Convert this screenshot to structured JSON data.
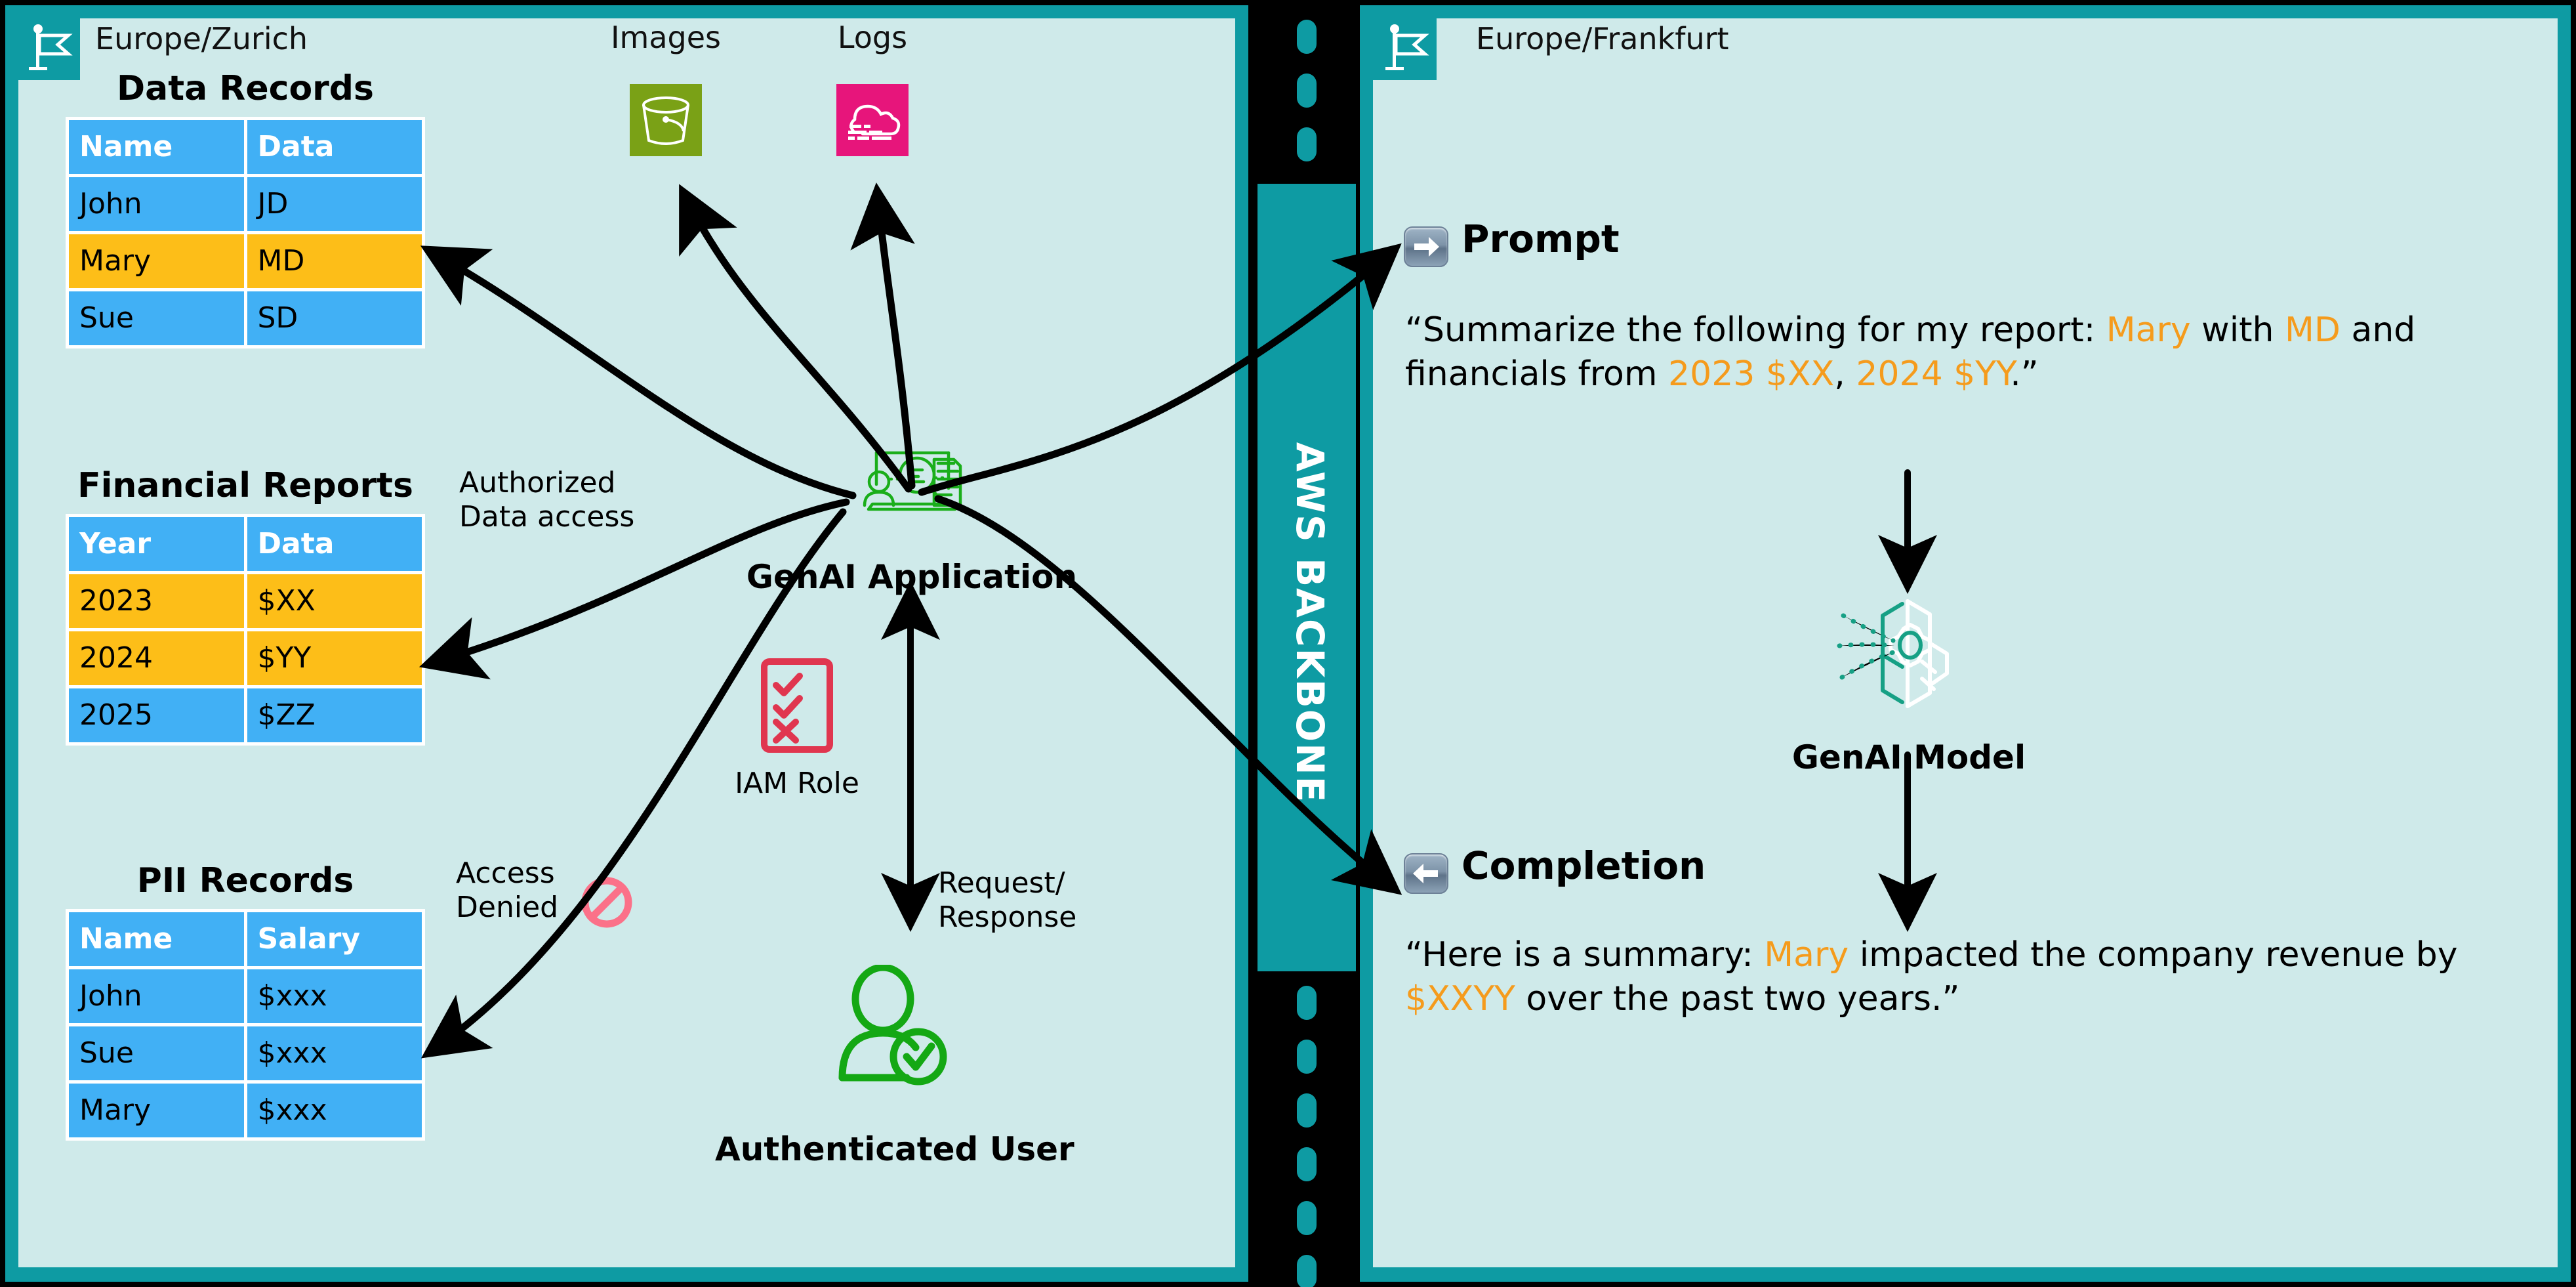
{
  "left_region": {
    "name": "Europe/Zurich",
    "flag_icon": "flag-icon"
  },
  "right_region": {
    "name": "Europe/Frankfurt",
    "flag_icon": "flag-icon"
  },
  "backbone": {
    "label": "AWS BACKBONE",
    "color": "#0e9ba3"
  },
  "tables": [
    {
      "title": "Data Records",
      "headers": [
        "Name",
        "Data"
      ],
      "rows": [
        {
          "cells": [
            "John",
            "JD"
          ],
          "highlight": false
        },
        {
          "cells": [
            "Mary",
            "MD"
          ],
          "highlight": true
        },
        {
          "cells": [
            "Sue",
            "SD"
          ],
          "highlight": false
        }
      ]
    },
    {
      "title": "Financial Reports",
      "headers": [
        "Year",
        "Data"
      ],
      "rows": [
        {
          "cells": [
            "2023",
            "$XX"
          ],
          "highlight": true
        },
        {
          "cells": [
            "2024",
            "$YY"
          ],
          "highlight": true
        },
        {
          "cells": [
            "2025",
            "$ZZ"
          ],
          "highlight": false
        }
      ]
    },
    {
      "title": "PII Records",
      "headers": [
        "Name",
        "Salary"
      ],
      "rows": [
        {
          "cells": [
            "John",
            "$xxx"
          ],
          "highlight": false
        },
        {
          "cells": [
            "Sue",
            "$xxx"
          ],
          "highlight": false
        },
        {
          "cells": [
            "Mary",
            "$xxx"
          ],
          "highlight": false
        }
      ]
    }
  ],
  "services": {
    "images": {
      "label": "Images",
      "icon": "s3-bucket-icon",
      "color": "#7aa116"
    },
    "logs": {
      "label": "Logs",
      "icon": "cloudwatch-logs-cloud-icon",
      "color": "#e7157b"
    },
    "genai_app": {
      "label": "GenAI Application",
      "icon": "genai-application-icon",
      "color": "#1aae1a"
    },
    "iam_role": {
      "label": "IAM Role",
      "icon": "iam-role-checklist-icon",
      "color": "#e0364f"
    },
    "user": {
      "label": "Authenticated User",
      "icon": "authenticated-user-icon",
      "color": "#14a814"
    },
    "genai_model": {
      "label": "GenAI Model",
      "icon": "genai-model-brain-icon",
      "color": "#16a085"
    }
  },
  "annotations": {
    "authorized": "Authorized\nData access",
    "denied": "Access\nDenied",
    "denied_icon": "no-entry-icon",
    "request_response": "Request/\nResponse"
  },
  "prompt": {
    "badge_icon": "arrow-right-badge-icon",
    "title": "Prompt",
    "text_parts": [
      {
        "t": "“Summarize the following for my report: ",
        "hl": false
      },
      {
        "t": "Mary",
        "hl": true
      },
      {
        "t": " with ",
        "hl": false
      },
      {
        "t": "MD",
        "hl": true
      },
      {
        "t": " and financials from ",
        "hl": false
      },
      {
        "t": "2023 $XX",
        "hl": true
      },
      {
        "t": ", ",
        "hl": false
      },
      {
        "t": "2024 $YY",
        "hl": true
      },
      {
        "t": ".”",
        "hl": false
      }
    ]
  },
  "completion": {
    "badge_icon": "arrow-left-badge-icon",
    "title": "Completion",
    "text_parts": [
      {
        "t": "“Here is a summary: ",
        "hl": false
      },
      {
        "t": "Mary",
        "hl": true
      },
      {
        "t": " impacted the company revenue by ",
        "hl": false
      },
      {
        "t": "$XXYY",
        "hl": true
      },
      {
        "t": " over the past two years.”",
        "hl": false
      }
    ]
  },
  "colors": {
    "panel_bg": "#cfeaea",
    "panel_border": "#0e9ba3",
    "table_blue": "#41b0f5",
    "table_amber": "#fdbe18",
    "highlight_orange": "#f59b1c"
  }
}
